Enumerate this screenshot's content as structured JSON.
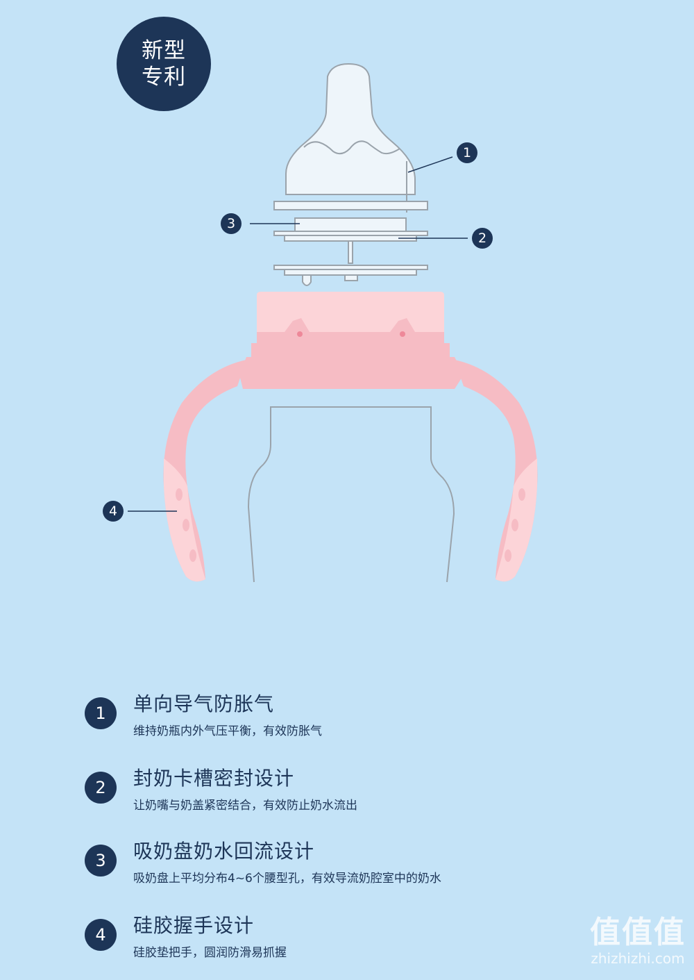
{
  "badge": {
    "line1": "新型",
    "line2": "专利"
  },
  "callouts": [
    "1",
    "2",
    "3",
    "4"
  ],
  "features": [
    {
      "num": "1",
      "title": "单向导气防胀气",
      "desc": "维持奶瓶内外气压平衡，有效防胀气"
    },
    {
      "num": "2",
      "title": "封奶卡槽密封设计",
      "desc": "让奶嘴与奶盖紧密结合，有效防止奶水流出"
    },
    {
      "num": "3",
      "title": "吸奶盘奶水回流设计",
      "desc": "吸奶盘上平均分布4~6个腰型孔，有效导流奶腔室中的奶水"
    },
    {
      "num": "4",
      "title": "硅胶握手设计",
      "desc": "硅胶垫把手，圆润防滑易抓握"
    }
  ],
  "watermark": {
    "main": "值值值",
    "sub": "zhizhizhi.com"
  },
  "colors": {
    "background": "#c4e3f7",
    "navy": "#1d3557",
    "pink_light": "#fcd4d8",
    "pink_mid": "#f6bcc4",
    "outline": "#9aa3ab"
  }
}
